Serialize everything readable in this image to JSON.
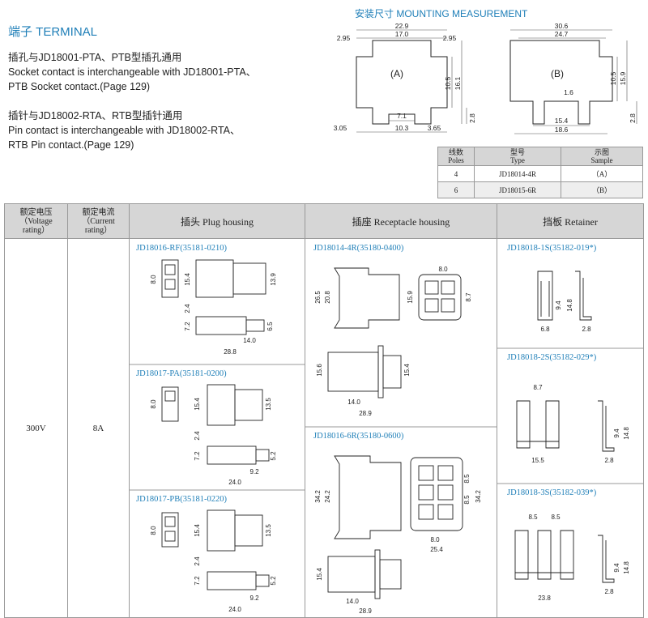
{
  "header": {
    "title": "端子 TERMINAL",
    "socket_cn": "插孔与JD18001-PTA、PTB型插孔通用",
    "socket_en1": "Socket contact is interchangeable with JD18001-PTA、",
    "socket_en2": "PTB Socket contact.(Page 129)",
    "pin_cn": "插针与JD18002-RTA、RTB型插针通用",
    "pin_en1": "Pin contact is interchangeable with JD18002-RTA、",
    "pin_en2": "RTB Pin contact.(Page 129)"
  },
  "mounting": {
    "title": "安装尺寸 MOUNTING MEASUREMENT",
    "a": {
      "label": "(A)",
      "d1": "22.9",
      "d2": "2.95",
      "d3": "17.0",
      "d4": "2.95",
      "d5": "10.5",
      "d6": "16.1",
      "d7": "7.1",
      "d8": "2.8",
      "d9": "3.05",
      "d10": "10.3",
      "d11": "3.65"
    },
    "b": {
      "label": "(B)",
      "d1": "30.6",
      "d2": "24.7",
      "d3": "10.5",
      "d4": "15.9",
      "d5": "1.6",
      "d6": "15.4",
      "d7": "18.6",
      "d8": "2.8"
    }
  },
  "poles_table": {
    "headers": [
      [
        "线数",
        "Poles"
      ],
      [
        "型号",
        "Type"
      ],
      [
        "示图",
        "Sample"
      ]
    ],
    "rows": [
      [
        "4",
        "JD18014-4R",
        "（A）"
      ],
      [
        "6",
        "JD18015-6R",
        "（B）"
      ]
    ]
  },
  "main_table": {
    "headers": {
      "voltage_cn": "额定电压",
      "voltage_en1": "（Voltage",
      "voltage_en2": "rating）",
      "current_cn": "额定电流",
      "current_en1": "（Current",
      "current_en2": "rating）",
      "plug": "插头  Plug housing",
      "receptacle": "插座  Receptacle housing",
      "retainer": "挡板  Retainer"
    },
    "voltage": "300V",
    "current": "8A",
    "plug": [
      {
        "label": "JD18016-RF(35181-0210)",
        "dims": [
          "8.0",
          "15.4",
          "13.9",
          "2.4",
          "7.2",
          "6.5",
          "14.0",
          "28.8"
        ]
      },
      {
        "label": "JD18017-PA(35181-0200)",
        "dims": [
          "8.0",
          "15.4",
          "13.5",
          "2.4",
          "7.2",
          "5.2",
          "9.2",
          "24.0"
        ]
      },
      {
        "label": "JD18017-PB(35181-0220)",
        "dims": [
          "8.0",
          "15.4",
          "13.5",
          "2.4",
          "7.2",
          "5.2",
          "9.2",
          "24.0"
        ]
      }
    ],
    "receptacle": [
      {
        "label": "JD18014-4R(35180-0400)",
        "dims": [
          "8.0",
          "26.5",
          "20.8",
          "15.9",
          "8.7",
          "15.6",
          "15.4",
          "14.0",
          "28.9"
        ]
      },
      {
        "label": "JD18016-6R(35180-0600)",
        "dims": [
          "34.2",
          "24.2",
          "8.5",
          "8.5",
          "34.2",
          "8.0",
          "25.4",
          "15.4",
          "14.0",
          "28.9"
        ]
      }
    ],
    "retainer": [
      {
        "label": "JD18018-1S(35182-019*)",
        "dims": [
          "9.4",
          "14.8",
          "6.8",
          "2.8"
        ]
      },
      {
        "label": "JD18018-2S(35182-029*)",
        "dims": [
          "8.7",
          "9.4",
          "14.8",
          "15.5",
          "2.8"
        ]
      },
      {
        "label": "JD18018-3S(35182-039*)",
        "dims": [
          "8.5",
          "8.5",
          "9.4",
          "14.8",
          "23.8",
          "2.8"
        ]
      }
    ]
  },
  "colors": {
    "accent": "#1f7fb8",
    "header_bg": "#d6d6d6",
    "line": "#999999"
  }
}
